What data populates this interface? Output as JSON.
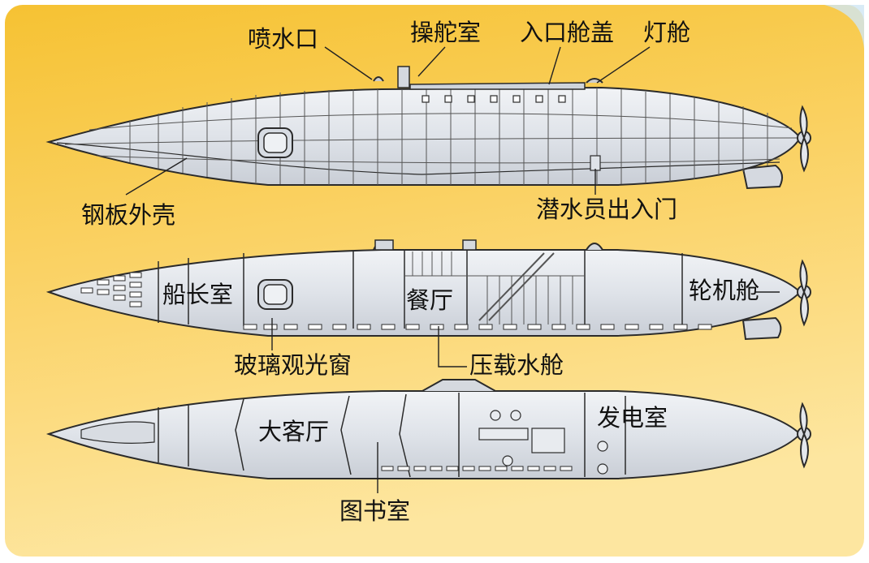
{
  "labels": {
    "spout": "喷水口",
    "wheelhouse": "操舵室",
    "hatch": "入口舱盖",
    "lamp": "灯舱",
    "hull": "钢板外壳",
    "diver_door": "潜水员出入门",
    "captain": "船长室",
    "dining": "餐厅",
    "engine": "轮机舱",
    "window": "玻璃观光窗",
    "ballast": "压载水舱",
    "salon": "大客厅",
    "generator": "发电室",
    "library": "图书室"
  },
  "colors": {
    "bg_top": "#f7c53a",
    "bg_mid": "#fbd874",
    "bg_bottom": "#fde9a8",
    "hull_fill": "#e2e6ec",
    "hull_stroke": "#2b2b2b"
  }
}
